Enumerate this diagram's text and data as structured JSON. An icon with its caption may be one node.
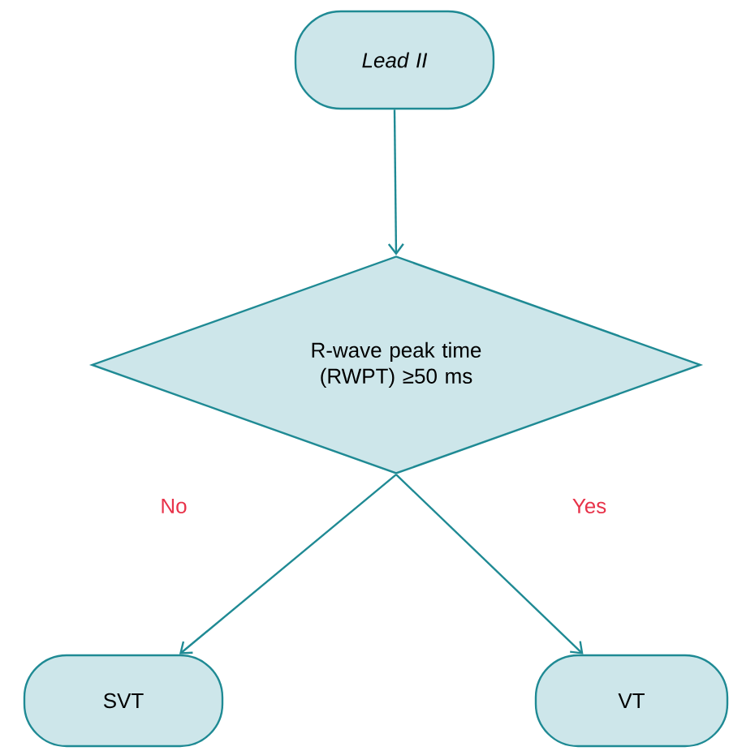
{
  "diagram": {
    "nodes": [
      {
        "text": [
          "Lead II"
        ]
      },
      {
        "text": [
          "R-wave peak time (RWPT) ≥50 ms"
        ]
      },
      {
        "text": [
          "SVT"
        ]
      },
      {
        "text": [
          "VT"
        ]
      }
    ],
    "edges": [
      {
        "from": 0,
        "to": 1,
        "arrow": "to"
      },
      {
        "from": 1,
        "to": 2,
        "arrow": "to",
        "label": "No"
      },
      {
        "from": 1,
        "to": 3,
        "arrow": "to",
        "label": "Yes"
      }
    ]
  }
}
